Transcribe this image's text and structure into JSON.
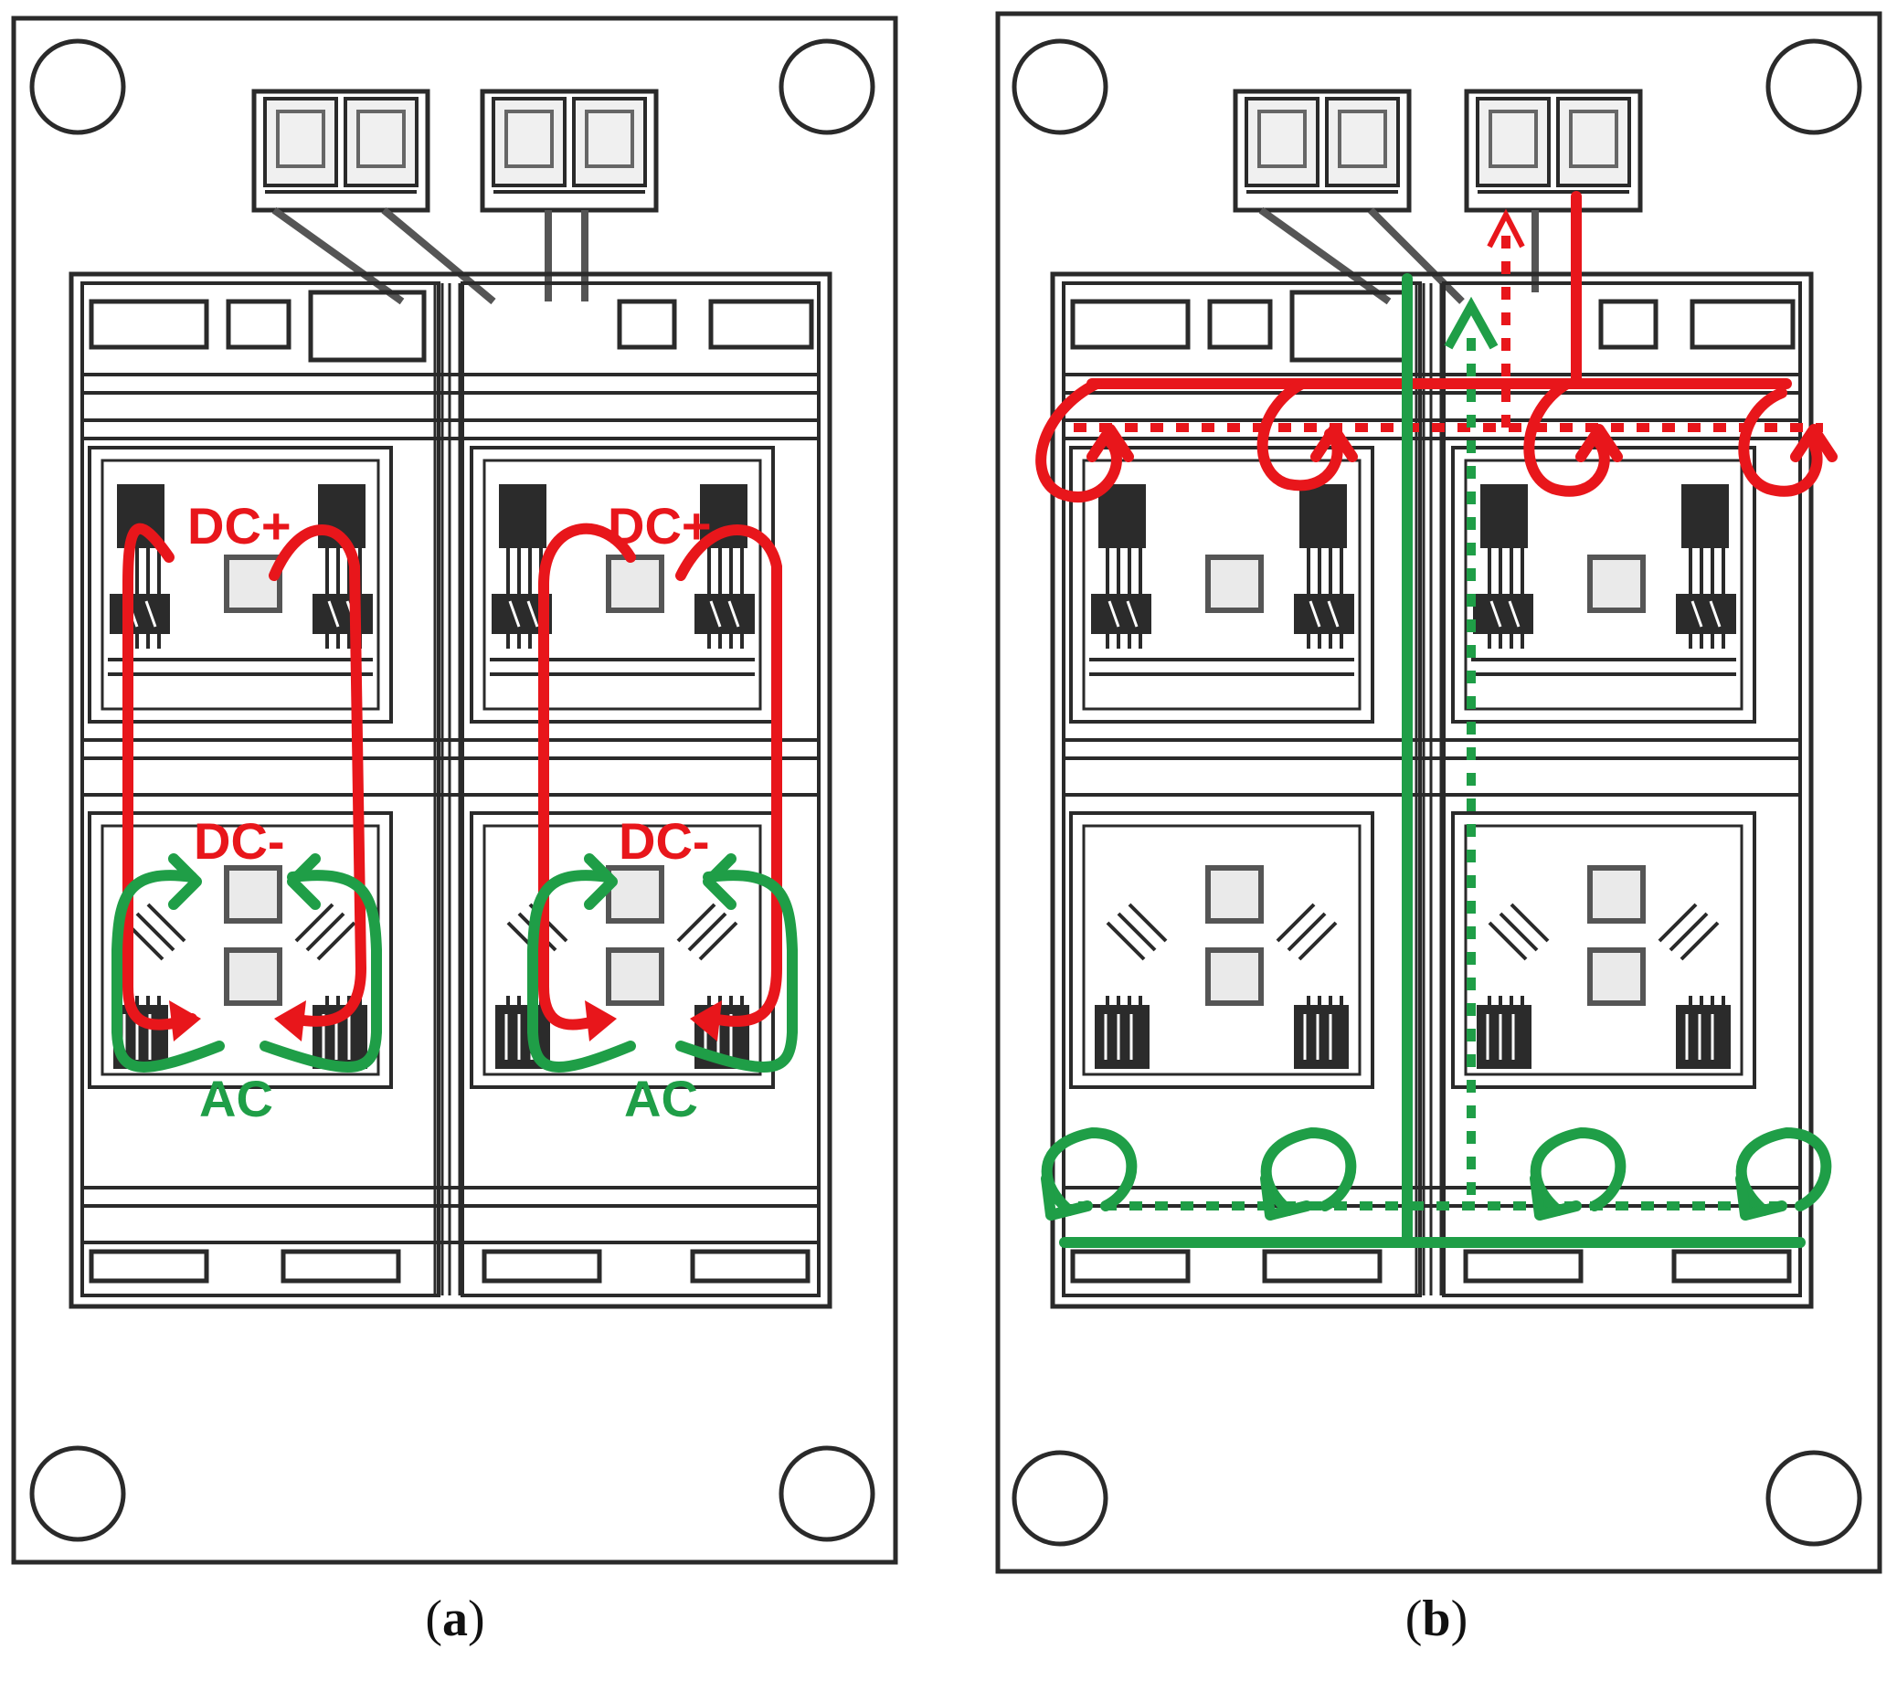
{
  "figure": {
    "panels": [
      {
        "id": "a",
        "caption_open": "(",
        "caption_letter": "a",
        "caption_close": ")",
        "labels": {
          "dc_plus_left": "DC+",
          "dc_plus_right": "DC+",
          "dc_minus_left": "DC-",
          "dc_minus_right": "DC-",
          "ac_left": "AC",
          "ac_right": "AC"
        }
      },
      {
        "id": "b",
        "caption_open": "(",
        "caption_letter": "b",
        "caption_close": ")"
      }
    ],
    "colors": {
      "dc_path": "#e8161b",
      "ac_path": "#1f9e47",
      "outline": "#2a2a2a",
      "pad": "#2b2b2b"
    }
  }
}
